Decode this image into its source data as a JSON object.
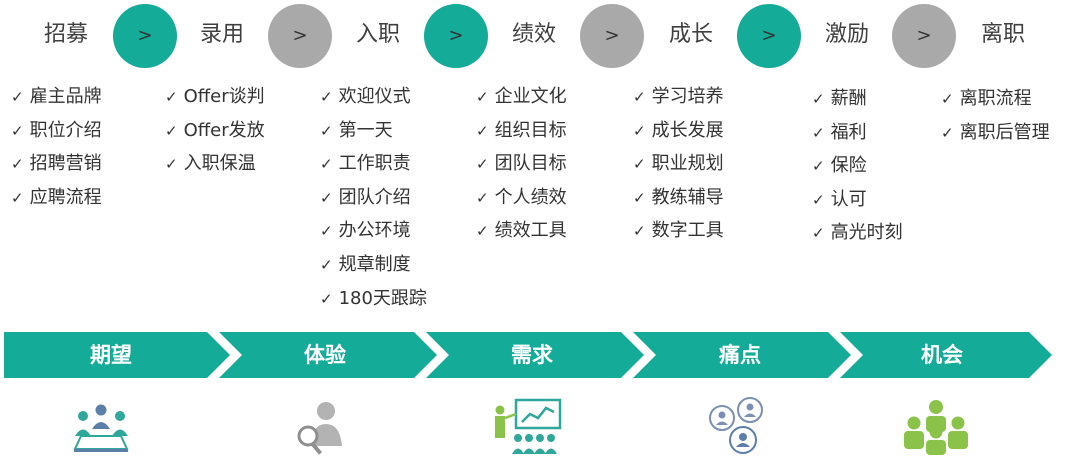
{
  "stages": [
    {
      "label": "招募",
      "items": [
        "雇主品牌",
        "职位介绍",
        "招聘营销",
        "应聘流程"
      ]
    },
    {
      "label": "录用",
      "items": [
        "Offer谈判",
        "Offer发放",
        "入职保温"
      ]
    },
    {
      "label": "入职",
      "items": [
        "欢迎仪式",
        "第一天",
        "工作职责",
        "团队介绍",
        "办公环境",
        "规章制度",
        "180天跟踪"
      ]
    },
    {
      "label": "绩效",
      "items": [
        "企业文化",
        "组织目标",
        "团队目标",
        "个人绩效",
        "绩效工具"
      ]
    },
    {
      "label": "成长",
      "items": [
        "学习培养",
        "成长发展",
        "职业规划",
        "教练辅导",
        "数字工具"
      ]
    },
    {
      "label": "激励",
      "items": [
        "薪酬",
        "福利",
        "保险",
        "认可",
        "高光时刻"
      ]
    },
    {
      "label": "离职",
      "items": [
        "离职流程",
        "离职后管理"
      ]
    }
  ],
  "connector_symbol": ">",
  "check_symbol": "✓",
  "phases": [
    "期望",
    "体验",
    "需求",
    "痛点",
    "机会"
  ],
  "colors": {
    "teal": "#14ab98",
    "gray": "#a9a9a9",
    "icon_teal": "#2fa79a",
    "icon_gray": "#b3b3b3",
    "icon_blue": "#5b7fa8",
    "icon_green": "#8bc34a"
  },
  "phase_icons": [
    "meeting-people-icon",
    "magnifier-person-icon",
    "presentation-audience-icon",
    "network-people-icon",
    "group-people-icon"
  ]
}
